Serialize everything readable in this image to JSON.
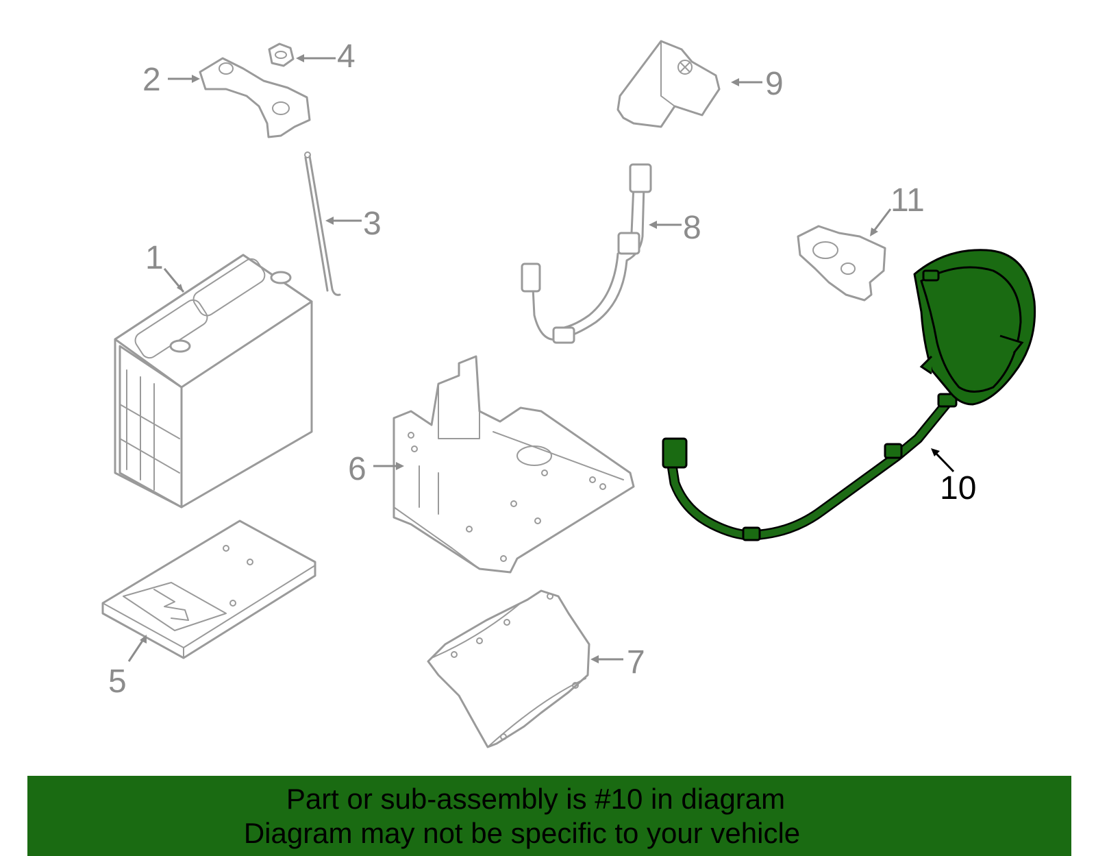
{
  "callouts": [
    {
      "number": "1"
    },
    {
      "number": "2"
    },
    {
      "number": "3"
    },
    {
      "number": "4"
    },
    {
      "number": "5"
    },
    {
      "number": "6"
    },
    {
      "number": "7"
    },
    {
      "number": "8"
    },
    {
      "number": "9"
    },
    {
      "number": "10"
    },
    {
      "number": "11"
    }
  ],
  "highlight": {
    "callout_number": "10",
    "color": "#1a6b12"
  },
  "colors": {
    "part_outline": "#9a9a9a",
    "callout_text": "#8c8c8c",
    "banner": "#1a6b12"
  },
  "footer": {
    "line1": "Part or sub-assembly is #10 in diagram",
    "line2": "Diagram may not be specific to your vehicle"
  }
}
